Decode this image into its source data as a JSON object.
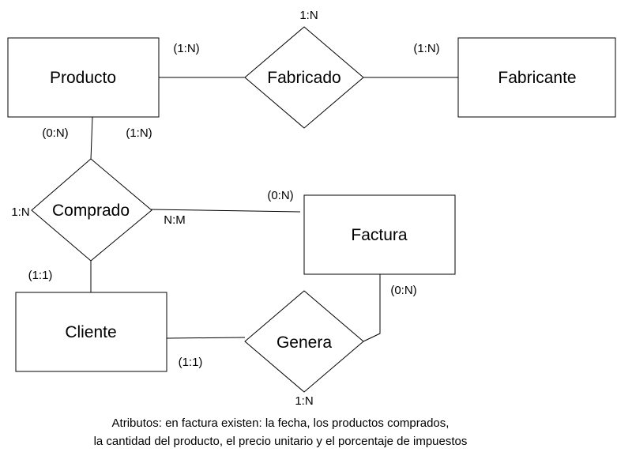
{
  "entities": {
    "producto": "Producto",
    "fabricante": "Fabricante",
    "factura": "Factura",
    "cliente": "Cliente"
  },
  "relationships": {
    "fabricado": "Fabricado",
    "comprado": "Comprado",
    "genera": "Genera"
  },
  "cardinalities": {
    "fabricado_top": "1:N",
    "fabricado_producto_side": "(1:N)",
    "fabricado_fabricante_side": "(1:N)",
    "producto_bottom_left": "(0:N)",
    "producto_bottom_right": "(1:N)",
    "comprado_left": "1:N",
    "comprado_right": "N:M",
    "factura_comprado_side": "(0:N)",
    "comprado_cliente_side": "(1:1)",
    "factura_genera_side": "(0:N)",
    "cliente_genera_side": "(1:1)",
    "genera_bottom": "1:N"
  },
  "note": {
    "line1": "Atributos: en factura existen: la fecha, los productos comprados,",
    "line2": "la cantidad del producto, el precio unitario y el porcentaje de impuestos"
  }
}
